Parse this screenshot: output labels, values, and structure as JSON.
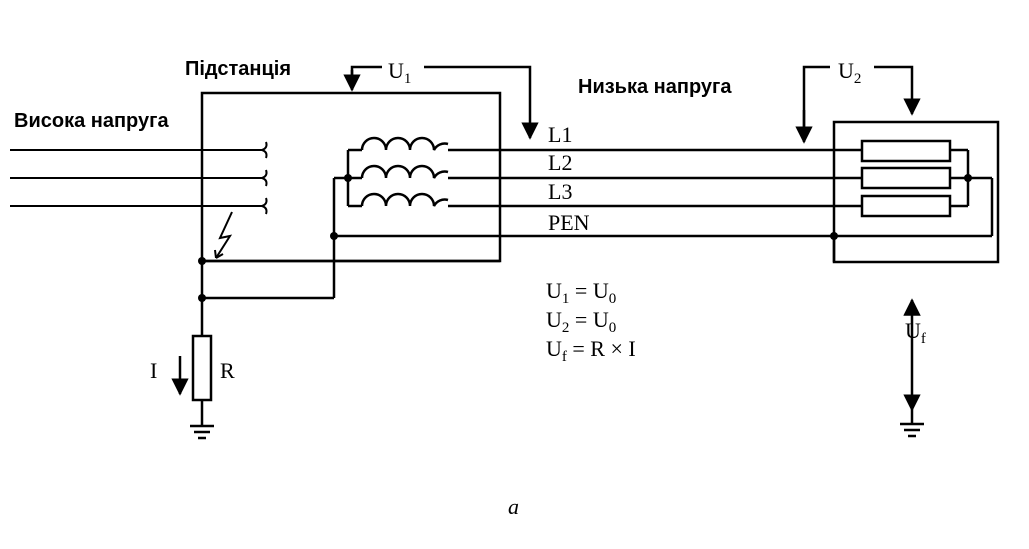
{
  "labels": {
    "substation": "Підстанція",
    "high_voltage": "Висока напруга",
    "low_voltage": "Низька напруга",
    "u1_main": "U",
    "u1_sub": "1",
    "u2_main": "U",
    "u2_sub": "2",
    "uf_main": "U",
    "uf_sub": "f",
    "l1": "L1",
    "l2": "L2",
    "l3": "L3",
    "pen": "PEN",
    "current": "I",
    "resistor": "R",
    "caption": "a"
  },
  "equations": [
    {
      "lhs_main": "U",
      "lhs_sub": "1",
      "eq": " = ",
      "rhs_main": "U",
      "rhs_sub": "0"
    },
    {
      "lhs_main": "U",
      "lhs_sub": "2",
      "eq": " = ",
      "rhs_main": "U",
      "rhs_sub": "0"
    },
    {
      "lhs_main": "U",
      "lhs_sub": "f",
      "eq": " = R × I",
      "rhs_main": "",
      "rhs_sub": ""
    }
  ]
}
